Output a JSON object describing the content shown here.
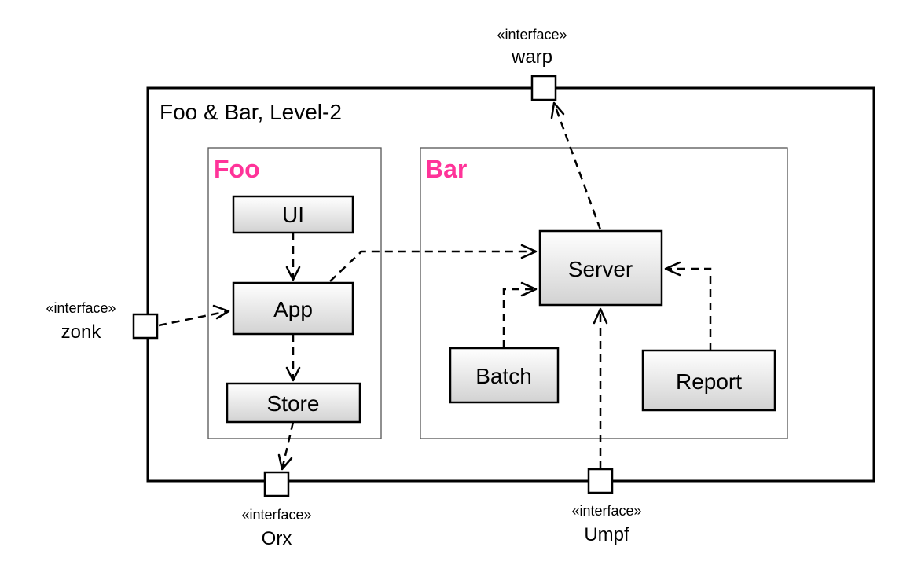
{
  "accent_color": "#ff3399",
  "container": {
    "title": "Foo & Bar, Level-2"
  },
  "packages": {
    "foo": {
      "title": "Foo"
    },
    "bar": {
      "title": "Bar"
    }
  },
  "components": {
    "ui": "UI",
    "app": "App",
    "store": "Store",
    "server": "Server",
    "batch": "Batch",
    "report": "Report"
  },
  "ports": {
    "warp": {
      "stereotype": "«interface»",
      "name": "warp"
    },
    "zonk": {
      "stereotype": "«interface»",
      "name": "zonk"
    },
    "orx": {
      "stereotype": "«interface»",
      "name": "Orx"
    },
    "umpf": {
      "stereotype": "«interface»",
      "name": "Umpf"
    }
  }
}
